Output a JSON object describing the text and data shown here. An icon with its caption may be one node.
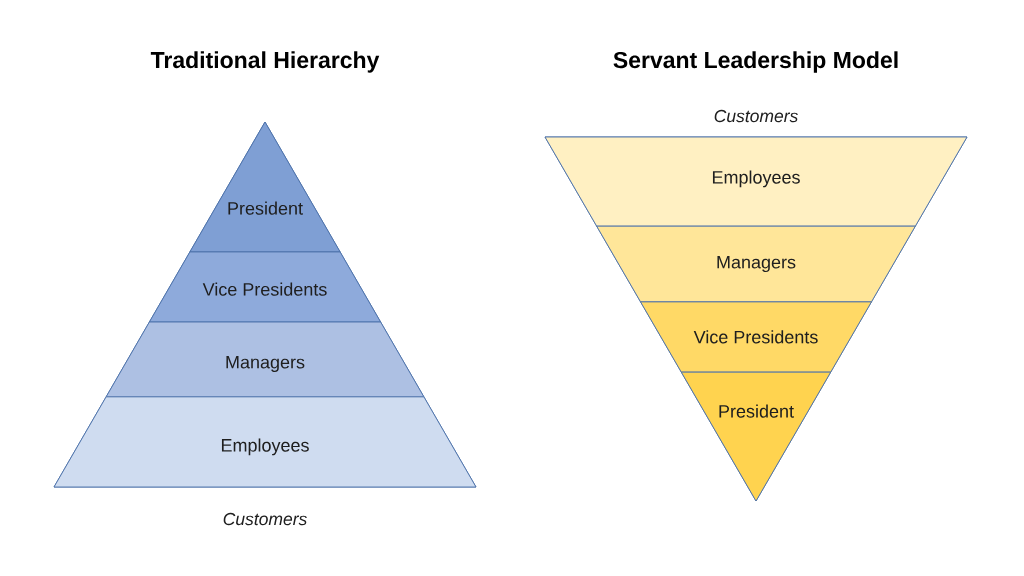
{
  "diagram": {
    "nodes": [
      {
        "text": [
          "Traditional Hierarchy"
        ],
        "beside": [
          "Customers"
        ]
      },
      {
        "text": [
          "President"
        ],
        "in": 0
      },
      {
        "text": [
          "Vice Presidents"
        ],
        "in": 0
      },
      {
        "text": [
          "Managers"
        ],
        "in": 0
      },
      {
        "text": [
          "Employees"
        ],
        "in": 0
      },
      {
        "text": [
          "Servant Leadership Model"
        ],
        "beside": [
          "Customers"
        ]
      },
      {
        "text": [
          "Employees"
        ],
        "in": 5
      },
      {
        "text": [
          "Managers"
        ],
        "in": 5
      },
      {
        "text": [
          "Vice Presidents"
        ],
        "in": 5
      },
      {
        "text": [
          "President"
        ],
        "in": 5
      }
    ]
  }
}
